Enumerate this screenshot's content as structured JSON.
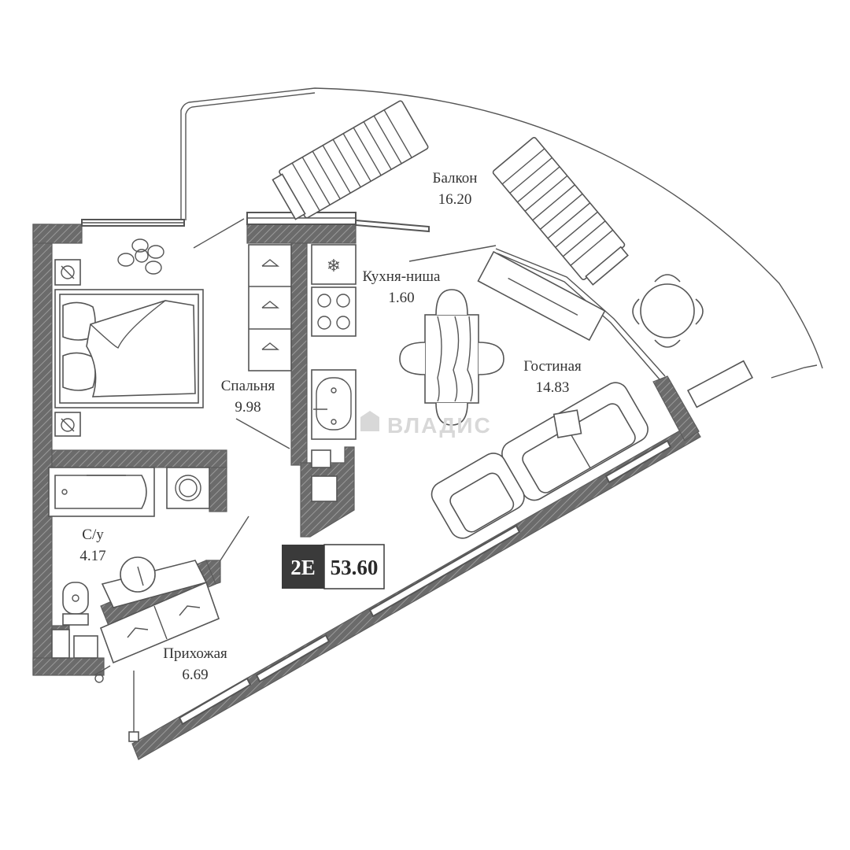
{
  "apartment": {
    "code": "2E",
    "total_area": "53.60"
  },
  "rooms": [
    {
      "id": "balcony",
      "name": "Балкон",
      "area": "16.20"
    },
    {
      "id": "kitchen",
      "name": "Кухня-ниша",
      "area": "1.60"
    },
    {
      "id": "living",
      "name": "Гостиная",
      "area": "14.83"
    },
    {
      "id": "bedroom",
      "name": "Спальня",
      "area": "9.98"
    },
    {
      "id": "bathroom",
      "name": "С/у",
      "area": "4.17"
    },
    {
      "id": "hallway",
      "name": "Прихожая",
      "area": "6.69"
    }
  ],
  "watermark": "ВЛАДИС",
  "colors": {
    "wall": "#6b6b6b",
    "line": "#555555",
    "badge_dark": "#3a3a3a",
    "text": "#333333"
  }
}
